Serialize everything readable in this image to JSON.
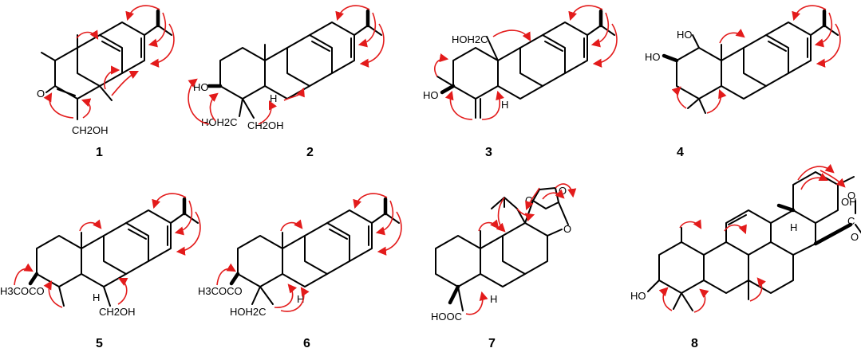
{
  "compounds": [
    {
      "number": "1",
      "labels": [
        "O",
        "CH2OH"
      ]
    },
    {
      "number": "2",
      "labels": [
        "HO",
        "H",
        "HOH2C",
        "CH2OH"
      ]
    },
    {
      "number": "3",
      "labels": [
        "HOH2C",
        "HO",
        "H"
      ]
    },
    {
      "number": "4",
      "labels": [
        "HO",
        "HO"
      ]
    },
    {
      "number": "5",
      "labels": [
        "H3COCO",
        "H",
        "CH2OH"
      ]
    },
    {
      "number": "6",
      "labels": [
        "H3COCO",
        "HOH2C",
        "H"
      ]
    },
    {
      "number": "7",
      "labels": [
        "O",
        "O",
        "O",
        "HOOC",
        "H"
      ]
    },
    {
      "number": "8",
      "labels": [
        "O",
        "OH",
        "C",
        "O",
        "H",
        "HO"
      ]
    }
  ],
  "colors": {
    "bond": "#000000",
    "correlation_arrow": "#e31b1b"
  }
}
